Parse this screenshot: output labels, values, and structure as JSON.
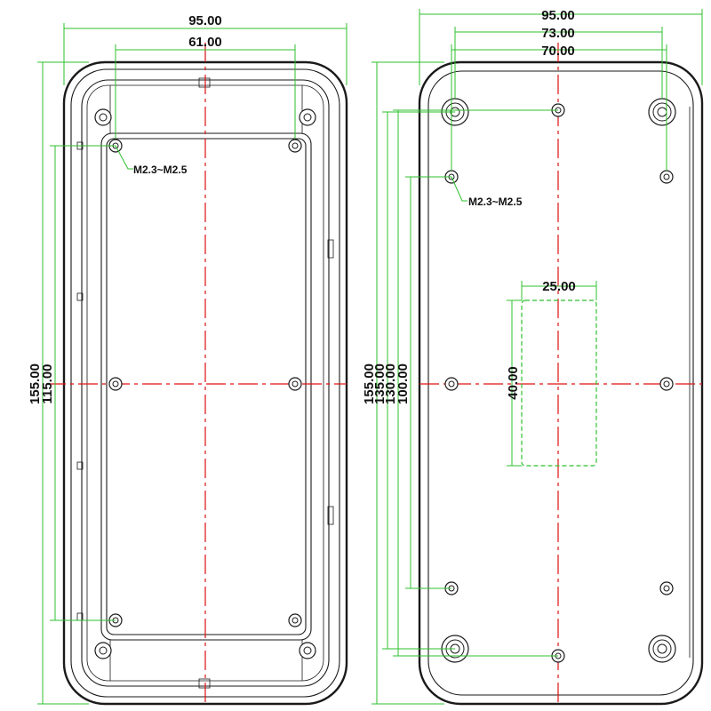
{
  "left_view": {
    "dimensions": {
      "overall_width": "95.00",
      "hole_spacing_width": "61.00",
      "overall_height": "155.00",
      "hole_spacing_height": "115.00"
    },
    "screw_note": "M2.3~M2.5"
  },
  "right_view": {
    "dimensions": {
      "overall_width": "95.00",
      "boss_spacing_width": "73.00",
      "hole_spacing_width": "70.00",
      "overall_height": "155.00",
      "boss_spacing_height": "135.00",
      "hole_spacing_height_outer": "130.00",
      "hole_spacing_height_inner": "100.00",
      "cutout_width": "25.00",
      "cutout_height": "40.00"
    },
    "screw_note": "M2.3~M2.5"
  },
  "colors": {
    "outline": "#1a1a1a",
    "center_line": "#e01010",
    "dimension_line": "#2ec02e"
  }
}
